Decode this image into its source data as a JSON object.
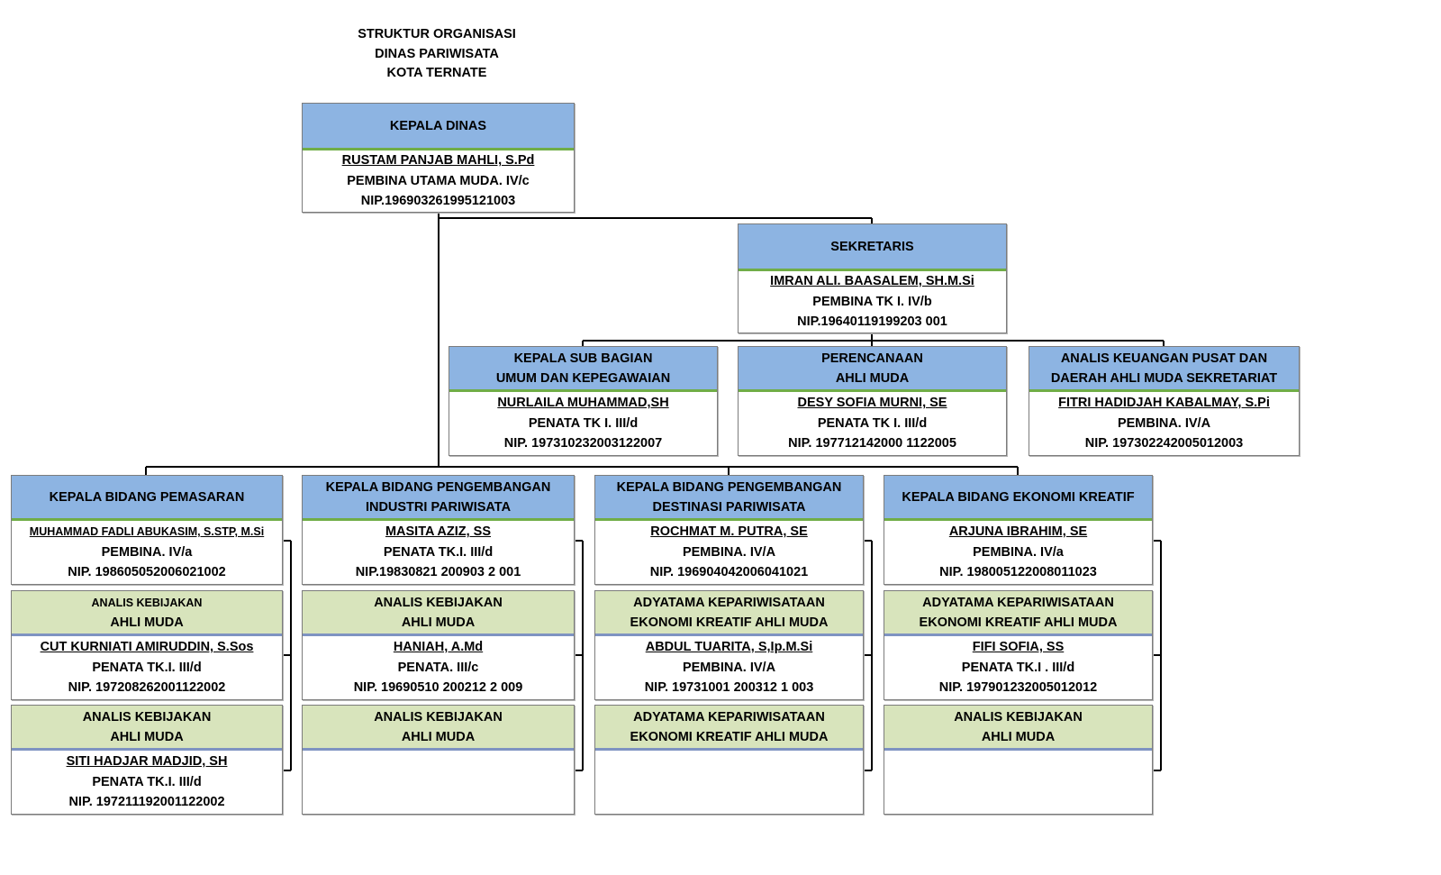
{
  "title": {
    "line1": "STRUKTUR ORGANISASI",
    "line2": "DINAS PARIWISATA",
    "line3": "KOTA TERNATE"
  },
  "colors": {
    "header_blue": "#8db4e2",
    "header_green": "#d8e4bc",
    "accent_line_green": "#70ad47",
    "accent_line_blue": "#7e93c2",
    "border_gray": "#7c7c7c"
  },
  "kepala_dinas": {
    "title": "KEPALA DINAS",
    "name": "RUSTAM PANJAB MAHLI, S.Pd",
    "rank": "PEMBINA UTAMA MUDA. IV/c",
    "nip": "NIP.196903261995121003"
  },
  "sekretaris": {
    "title": "SEKRETARIS",
    "name": "IMRAN ALI. BAASALEM, SH.M.Si",
    "rank": "PEMBINA TK I. IV/b",
    "nip": "NIP.19640119199203 001"
  },
  "subbag_umum": {
    "title_line1": "KEPALA SUB BAGIAN",
    "title_line2": "UMUM DAN KEPEGAWAIAN",
    "name": "NURLAILA MUHAMMAD,SH",
    "rank": "PENATA TK I. III/d",
    "nip": "NIP. 197310232003122007"
  },
  "perencanaan": {
    "title_line1": "PERENCANAAN",
    "title_line2": "AHLI MUDA",
    "name": "DESY SOFIA MURNI, SE",
    "rank": "PENATA TK I. III/d",
    "nip": "NIP. 197712142000 1122005"
  },
  "analis_keuangan": {
    "title_line1": "ANALIS KEUANGAN PUSAT DAN",
    "title_line2": "DAERAH AHLI MUDA SEKRETARIAT",
    "name": "FITRI HADIDJAH KABALMAY, S.Pi",
    "rank": "PEMBINA. IV/A",
    "nip": "NIP. 197302242005012003"
  },
  "columns": [
    {
      "head": {
        "title_line1": "KEPALA BIDANG PEMASARAN",
        "title_line2": "",
        "name": "MUHAMMAD FADLI ABUKASIM, S.STP, M.Si",
        "rank": "PEMBINA. IV/a",
        "nip": "NIP. 198605052006021002"
      },
      "staff": [
        {
          "title_line1": "ANALIS KEBIJAKAN",
          "title_line2": "AHLI MUDA",
          "name": "CUT KURNIATI AMIRUDDIN, S.Sos",
          "rank": "PENATA TK.I. III/d",
          "nip": "NIP. 197208262001122002"
        },
        {
          "title_line1": "ANALIS KEBIJAKAN",
          "title_line2": "AHLI MUDA",
          "name": "SITI HADJAR MADJID, SH",
          "rank": "PENATA TK.I. III/d",
          "nip": "NIP. 197211192001122002"
        }
      ]
    },
    {
      "head": {
        "title_line1": "KEPALA BIDANG PENGEMBANGAN",
        "title_line2": "INDUSTRI PARIWISATA",
        "name": "MASITA AZIZ, SS",
        "rank": "PENATA TK.I. III/d",
        "nip": "NIP.19830821 200903 2 001"
      },
      "staff": [
        {
          "title_line1": "ANALIS KEBIJAKAN",
          "title_line2": "AHLI MUDA",
          "name": "HANIAH, A.Md",
          "rank": "PENATA. III/c",
          "nip": "NIP. 19690510 200212 2 009"
        },
        {
          "title_line1": "ANALIS KEBIJAKAN",
          "title_line2": "AHLI MUDA",
          "name": "",
          "rank": "",
          "nip": ""
        }
      ]
    },
    {
      "head": {
        "title_line1": "KEPALA BIDANG PENGEMBANGAN",
        "title_line2": "DESTINASI PARIWISATA",
        "name": "ROCHMAT M. PUTRA, SE",
        "rank": "PEMBINA. IV/A",
        "nip": "NIP. 196904042006041021"
      },
      "staff": [
        {
          "title_line1": "ADYATAMA KEPARIWISATAAN",
          "title_line2": "EKONOMI KREATIF AHLI MUDA",
          "name": "ABDUL TUARITA, S,Ip.M.Si",
          "rank": "PEMBINA. IV/A",
          "nip": "NIP. 19731001 200312 1 003"
        },
        {
          "title_line1": "ADYATAMA KEPARIWISATAAN",
          "title_line2": "EKONOMI KREATIF AHLI MUDA",
          "name": "",
          "rank": "",
          "nip": ""
        }
      ]
    },
    {
      "head": {
        "title_line1": "KEPALA BIDANG EKONOMI KREATIF",
        "title_line2": "",
        "name": "ARJUNA IBRAHIM, SE",
        "rank": "PEMBINA. IV/a",
        "nip": "NIP. 198005122008011023"
      },
      "staff": [
        {
          "title_line1": "ADYATAMA KEPARIWISATAAN",
          "title_line2": "EKONOMI KREATIF AHLI MUDA",
          "name": "FIFI SOFIA, SS",
          "rank": "PENATA TK.I . III/d",
          "nip": "NIP. 197901232005012012"
        },
        {
          "title_line1": "ANALIS KEBIJAKAN",
          "title_line2": "AHLI MUDA",
          "name": "",
          "rank": "",
          "nip": ""
        }
      ]
    }
  ]
}
